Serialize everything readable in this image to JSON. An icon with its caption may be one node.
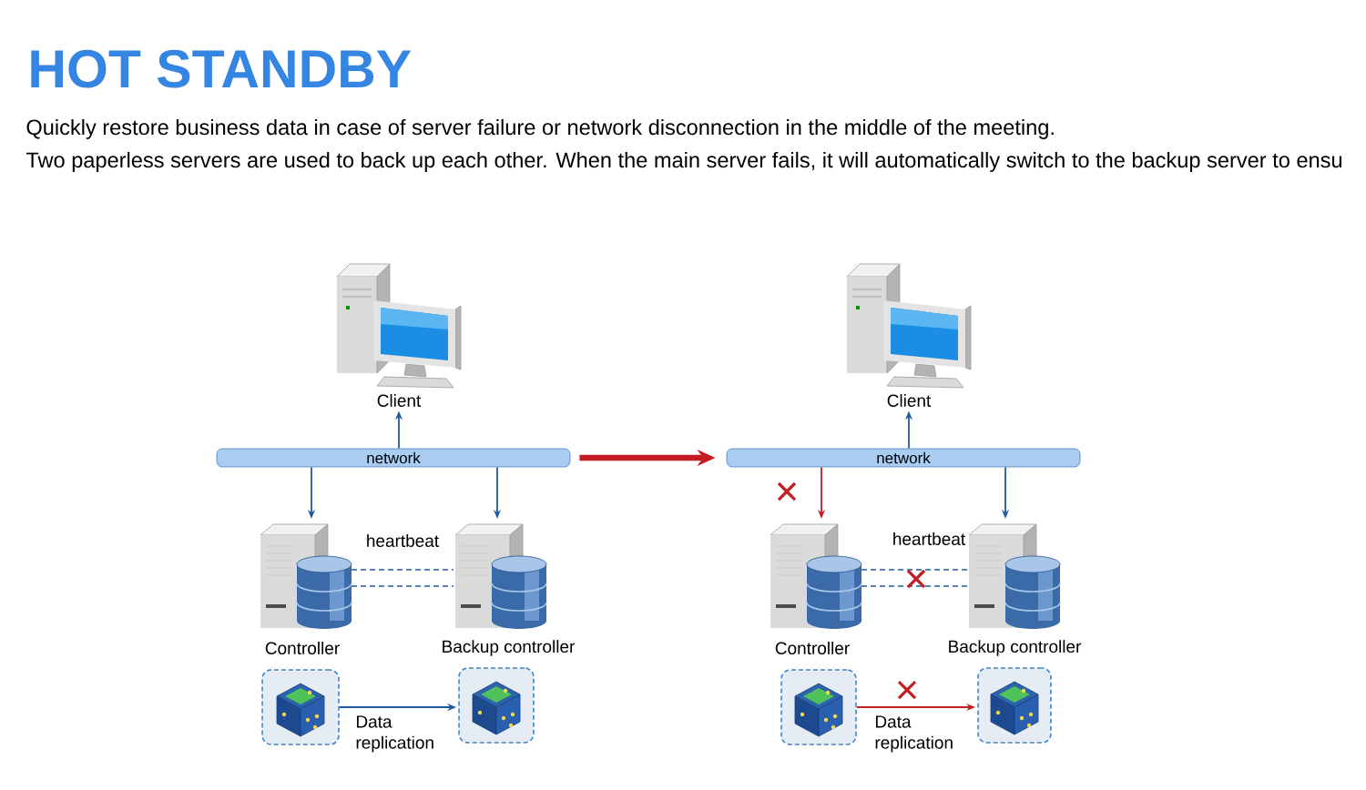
{
  "diagram": {
    "title": "HOT STANDBY",
    "labels": [
      "Quickly restore business data in case of server failure or network disconnection in the middle of the meeting.",
      "Two paperless servers are used to back up each other. When the main server fails, it will automatically switch to the backup server to ensu"
    ],
    "nodes": [
      {
        "text": [
          "Client"
        ]
      },
      {
        "text": [
          "network"
        ]
      },
      {
        "text": [
          "Controller"
        ]
      },
      {
        "text": [
          "Backup controller"
        ]
      },
      {
        "text": [],
        "shape": "picture"
      },
      {
        "text": [],
        "shape": "picture"
      },
      {
        "text": [
          "Client"
        ]
      },
      {
        "text": [
          "network"
        ]
      },
      {
        "text": [
          "Controller"
        ]
      },
      {
        "text": [
          "Backup controller"
        ]
      },
      {
        "text": [],
        "shape": "picture"
      },
      {
        "text": [],
        "shape": "picture"
      }
    ],
    "edges": [
      {
        "from": 1,
        "to": 0,
        "arrow": "to"
      },
      {
        "from": 1,
        "to": 2,
        "arrow": "to"
      },
      {
        "from": 1,
        "to": 3,
        "arrow": "to"
      },
      {
        "from": 2,
        "to": 3,
        "arrow": "none",
        "style": "dashed",
        "label": "heartbeat"
      },
      {
        "from": 2,
        "to": 3,
        "arrow": "none",
        "style": "dashed"
      },
      {
        "from": 4,
        "to": 5,
        "arrow": "to",
        "label": "Data replication"
      },
      {
        "from": 1,
        "to": 7,
        "arrow": "to",
        "style": "thick",
        "color": "#c41e24"
      },
      {
        "from": 7,
        "to": 6,
        "arrow": "to"
      },
      {
        "from": 7,
        "to": 8,
        "arrow": "to",
        "color": "#c41e24"
      },
      {
        "from": 7,
        "to": 9,
        "arrow": "to"
      },
      {
        "from": 8,
        "to": 9,
        "arrow": "none",
        "style": "dashed",
        "label": "heartbeat"
      },
      {
        "from": 8,
        "to": 9,
        "arrow": "none",
        "style": "dashed"
      },
      {
        "from": 10,
        "to": 11,
        "arrow": "to",
        "label": "Data replication",
        "color": "#c41e24"
      }
    ]
  }
}
